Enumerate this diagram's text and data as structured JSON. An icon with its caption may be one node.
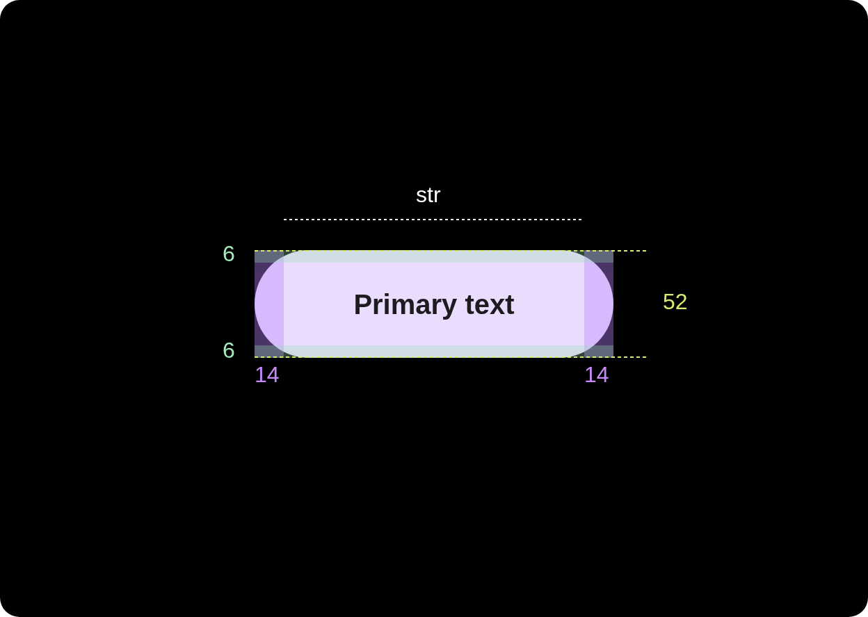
{
  "diagram": {
    "nodes": [
      {
        "text": [
          "Primary text"
        ]
      }
    ],
    "labels": [
      "str",
      "6",
      "52",
      "6",
      "14",
      "14"
    ]
  }
}
